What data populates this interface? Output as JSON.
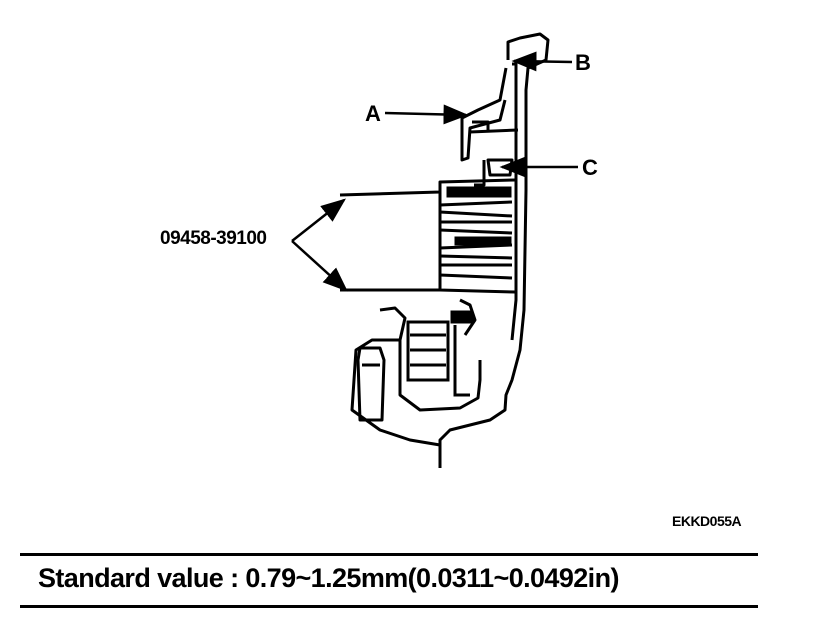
{
  "figure": {
    "callouts": {
      "a": "A",
      "b": "B",
      "c": "C"
    },
    "tool_number": "09458-39100",
    "figure_code": "EKKD055A"
  },
  "spec": {
    "text": "Standard value : 0.79~1.25mm(0.0311~0.0492in)"
  }
}
